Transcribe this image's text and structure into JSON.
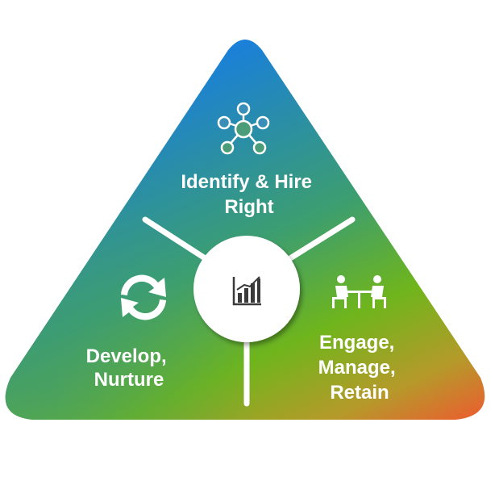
{
  "segments": {
    "top": {
      "label_line1": "Identify & Hire",
      "label_line2": "Right",
      "icon": "network-people-icon"
    },
    "left": {
      "label_line1": "Develop,",
      "label_line2": "Nurture",
      "icon": "refresh-cycle-icon"
    },
    "right": {
      "label_line1": "Engage,",
      "label_line2": "Manage,",
      "label_line3": "Retain",
      "icon": "meeting-table-icon"
    }
  },
  "center": {
    "icon": "bar-chart-icon"
  },
  "colors": {
    "gradient_top": "#1a80d8",
    "gradient_mid": "#6fb51c",
    "gradient_bottom_right": "#ee5a30",
    "center_circle": "#ffffff",
    "dividers": "#ffffff",
    "icon_dark": "#3a3a3a"
  }
}
